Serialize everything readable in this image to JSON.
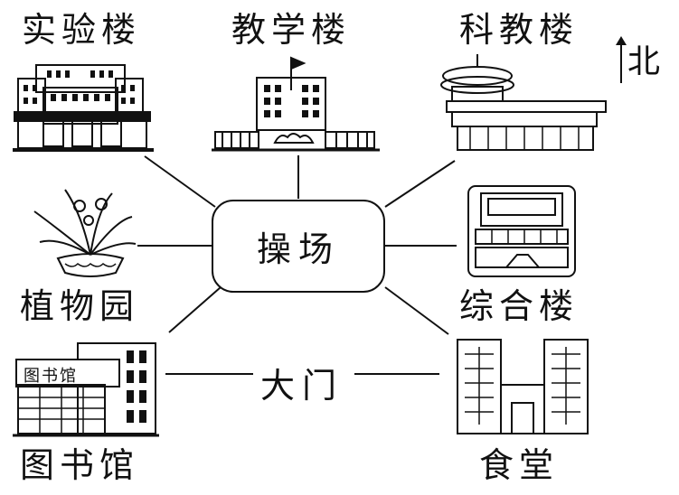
{
  "center": {
    "label": "操场"
  },
  "north": {
    "label": "北"
  },
  "gate": {
    "label": "大门"
  },
  "buildings": {
    "lab": "实验楼",
    "teaching": "教学楼",
    "science": "科教楼",
    "garden": "植物园",
    "complex": "综合楼",
    "library": "图书馆",
    "library_sign": "图书馆",
    "canteen": "食堂"
  }
}
